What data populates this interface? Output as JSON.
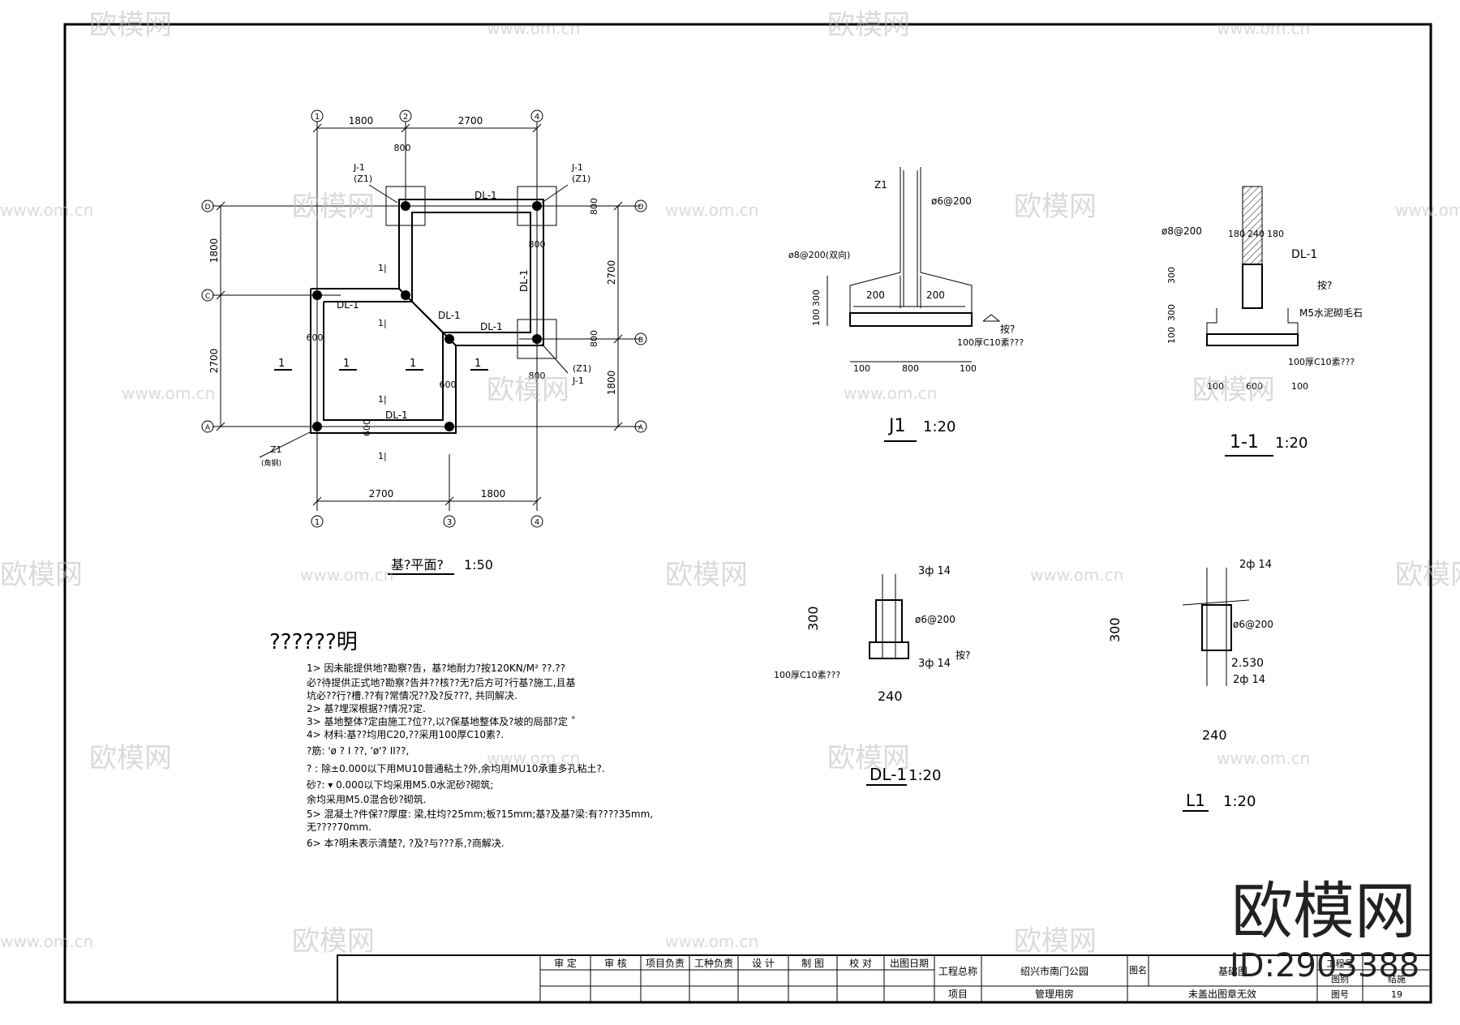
{
  "plan": {
    "title": "基?平面?",
    "scale": "1:50",
    "dims_top": [
      "1800",
      "2700"
    ],
    "dims_bottom": [
      "2700",
      "1800"
    ],
    "dims_left": [
      "1800",
      "2700"
    ],
    "dims_right": [
      "2700",
      "1800"
    ],
    "dim_800": "800",
    "dim_600": "600",
    "axes_top": [
      "1",
      "2",
      "4"
    ],
    "axes_bottom": [
      "1",
      "3",
      "4"
    ],
    "axes_left": [
      "D",
      "C",
      "A"
    ],
    "axes_right": [
      "D",
      "B",
      "A"
    ],
    "labels": {
      "j1": "J-1",
      "z1_paren": "(Z1)",
      "z1": "Z1",
      "z1_note": "(角钢)",
      "dl1": "DL-1",
      "section_1": "1",
      "section_11": "1|"
    }
  },
  "j1": {
    "title": "J1",
    "scale": "1:20",
    "z1": "Z1",
    "rebar_top": "ø6@200",
    "rebar_bottom": "ø8@200(双向)",
    "d200a": "200",
    "d200b": "200",
    "d300": "300",
    "d100": "100",
    "dims_bottom": [
      "100",
      "800",
      "100"
    ],
    "elev": "按?",
    "c10": "100厚C10素???"
  },
  "sec11": {
    "title": "1-1",
    "scale": "1:20",
    "rebar": "ø8@200",
    "top_dims": [
      "180",
      "240",
      "180"
    ],
    "dl1": "DL-1",
    "elev": "按?",
    "mortar": "M5水泥砌毛石",
    "d300a": "300",
    "d300b": "300",
    "d100": "100",
    "c10": "100厚C10素???",
    "dims_bottom": [
      "100",
      "600",
      "100"
    ]
  },
  "dl1": {
    "title": "DL-1",
    "scale": "1:20",
    "top_bar": "3ф 14",
    "stirrup": "ø6@200",
    "bot_bar": "3ф 14",
    "d300": "300",
    "width": "240",
    "c10": "100厚C10素???",
    "elev": "按?"
  },
  "l1": {
    "title": "L1",
    "scale": "1:20",
    "top_bar": "2ф 14",
    "stirrup": "ø6@200",
    "bot_bar": "2ф 14",
    "d300": "300",
    "width": "240",
    "elev": "2.530"
  },
  "notes": {
    "heading": "??????明",
    "lines": [
      "1>  因未能提供地?勘察?告，基?地耐力?按120KN/M² ??.??",
      "     必?待提供正式地?勘察?告并??核??无?后方可?行基?施工,且基",
      "     坑必??行?槽.??有?常情况??及?反???, 共同解决.",
      "2>  基?埋深根据??情况?定.",
      "3>  基地整体?定由施工?位??,以?保基地整体及?坡的局部?定 ˚",
      "4>  材料:基??均用C20,??采用100厚C10素?.",
      "       ?筋: 'ø  ? I ??,  'ø'? II??,",
      "       ?  :  除±0.000以下用MU10普通粘土?外,余均用MU10承重多孔粘土?.",
      "     砂?: ▾    0.000以下均采用M5.0水泥砂?砌筑;",
      "              余均采用M5.0混合砂?砌筑.",
      "5>  混凝土?件保??厚度: 梁,柱均?25mm;板?15mm;基?及基?梁:有????35mm,",
      "     无????70mm.",
      "6>   本?明未表示清楚?, ?及?与???系,?商解决."
    ]
  },
  "titleblock": {
    "headers": [
      "审 定",
      "审 核",
      "项目负责",
      "工种负责",
      "设 计",
      "制 图",
      "校 对",
      "出图日期"
    ],
    "project_total_label": "工程总称",
    "project_total_value": "绍兴市南门公园",
    "project_label": "项目",
    "project_value": "管理用房",
    "drawing_name_label": "图名",
    "drawing_name_value": "基础图",
    "stamp_note": "未盖出图章无效",
    "code_label": "工程号",
    "category_label": "图别",
    "category_value": "结施",
    "number_label": "图号",
    "number_value": "19"
  },
  "watermark": {
    "brand": "欧模网",
    "site": "www.om.cn",
    "big_brand": "欧模网",
    "id": "ID:2903388"
  }
}
